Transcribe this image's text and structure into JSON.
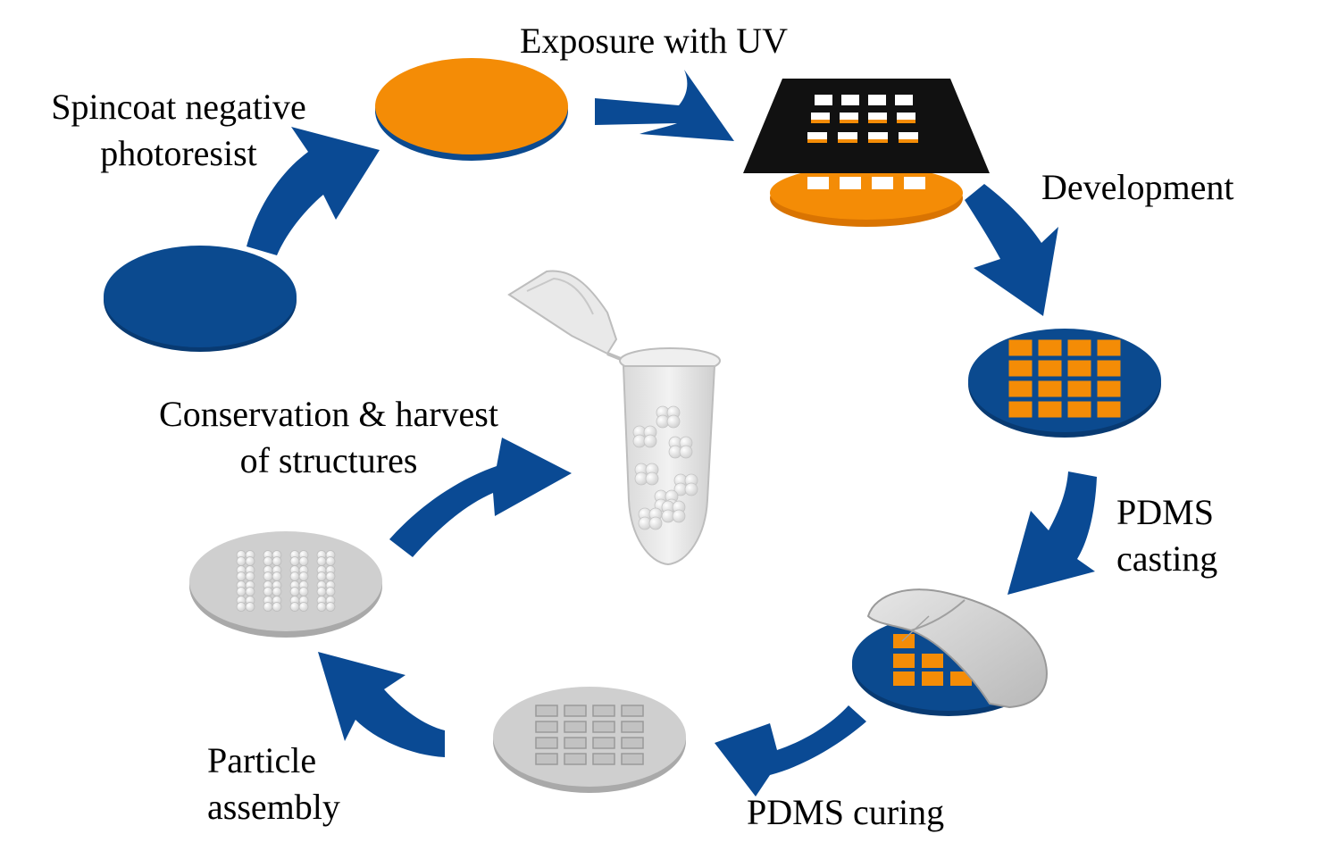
{
  "diagram": {
    "steps": [
      {
        "id": "spincoat",
        "lines": [
          "Spincoat negative",
          "photoresist"
        ]
      },
      {
        "id": "exposure",
        "lines": [
          "Exposure with UV"
        ]
      },
      {
        "id": "development",
        "lines": [
          "Development"
        ]
      },
      {
        "id": "pdms-casting",
        "lines": [
          "PDMS",
          "casting"
        ]
      },
      {
        "id": "pdms-curing",
        "lines": [
          "PDMS curing"
        ]
      },
      {
        "id": "particle-assembly",
        "lines": [
          "Particle",
          "assembly"
        ]
      },
      {
        "id": "conservation",
        "lines": [
          "Conservation & harvest",
          "of structures"
        ]
      }
    ]
  },
  "colors": {
    "arrow": "#0a4a94",
    "wafer_blue": "#0b4a8f",
    "wafer_blue_edge": "#083a72",
    "photoresist_orange": "#f48c06",
    "photoresist_orange_dark": "#d97402",
    "mask_black": "#111111",
    "pdms_grey": "#cfcfcf",
    "pdms_grey_edge": "#a9a9a9",
    "particle_white": "#ffffff"
  }
}
